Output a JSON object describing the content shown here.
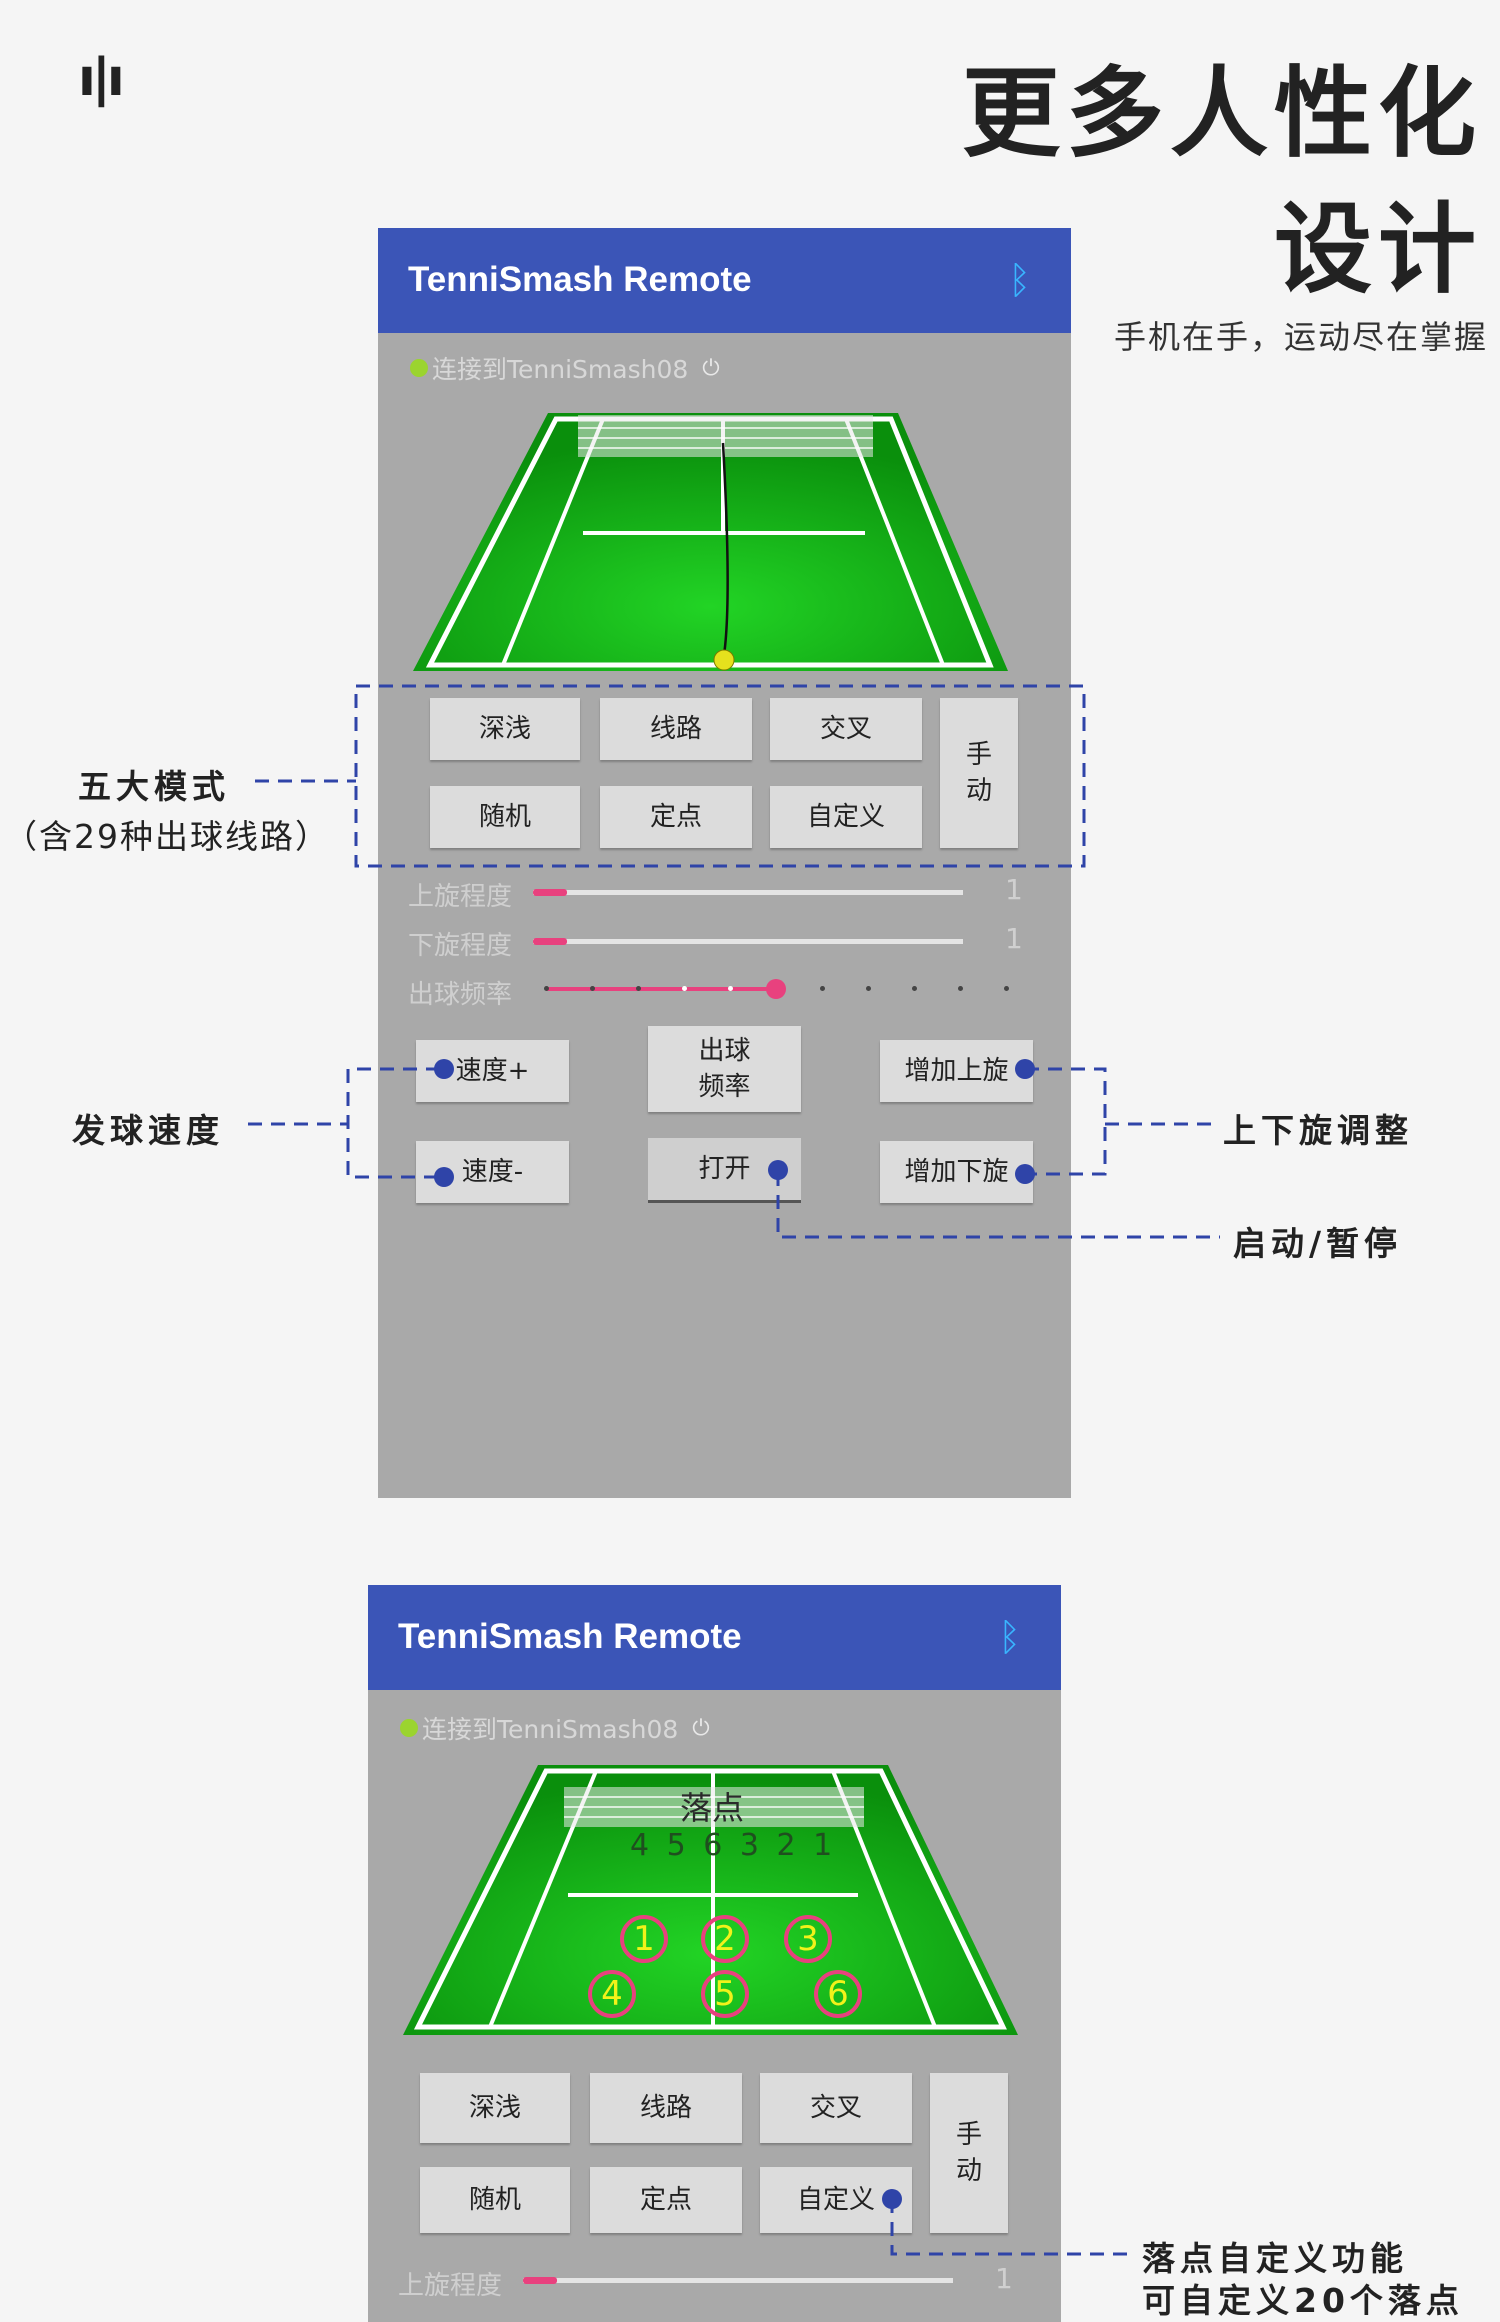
{
  "header": {
    "headline_line1": "更多人性化",
    "headline_line2": "设计",
    "tagline": "手机在手，运动尽在掌握"
  },
  "app": {
    "title": "TenniSmash Remote",
    "connection_status": "连接到TenniSmash08"
  },
  "modes": {
    "deep_shallow": "深浅",
    "route": "线路",
    "cross": "交叉",
    "manual": "手动",
    "random": "随机",
    "fixed_point": "定点",
    "custom": "自定义"
  },
  "sliders": {
    "topspin_label": "上旋程度",
    "topspin_value": "1",
    "topspin_fraction": 0.08,
    "backspin_label": "下旋程度",
    "backspin_value": "1",
    "backspin_fraction": 0.08,
    "frequency_label": "出球频率",
    "frequency_step": 5,
    "frequency_steps": 11
  },
  "controls": {
    "speed_up": "速度+",
    "speed_down": "速度-",
    "frequency_line1": "出球",
    "frequency_line2": "频率",
    "open": "打开",
    "add_topspin": "增加上旋",
    "add_backspin": "增加下旋"
  },
  "callouts": {
    "modes_line1": "五大模式",
    "modes_line2": "（含29种出球线路）",
    "serve_speed": "发球速度",
    "spin_adjust": "上下旋调整",
    "start_pause": "启动/暂停",
    "custom_line1": "落点自定义功能",
    "custom_line2": "可自定义20个落点"
  },
  "landing": {
    "title": "落点",
    "sequence": "4 5 6 3 2 1",
    "points": [
      "1",
      "2",
      "3",
      "4",
      "5",
      "6"
    ]
  },
  "colors": {
    "appbar": "#3b55b7",
    "accent_pink": "#e8417e",
    "annotation_blue": "#2f44a8",
    "court_green": "#19c41b"
  }
}
